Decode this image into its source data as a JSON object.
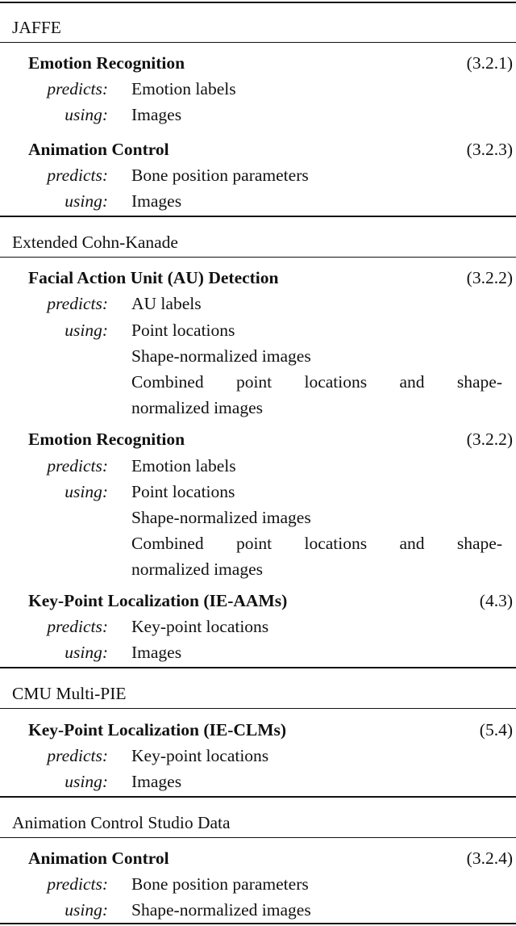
{
  "labels": {
    "predicts": "predicts:",
    "using": "using:"
  },
  "datasets": [
    {
      "name": "JAFFE",
      "tasks": [
        {
          "title": "Emotion Recognition",
          "ref": "(3.2.1)",
          "predicts": "Emotion labels",
          "using": [
            "Images"
          ]
        },
        {
          "title": "Animation Control",
          "ref": "(3.2.3)",
          "predicts": "Bone position parameters",
          "using": [
            "Images"
          ]
        }
      ]
    },
    {
      "name": "Extended Cohn-Kanade",
      "tasks": [
        {
          "title": "Facial Action Unit (AU) Detection",
          "ref": "(3.2.2)",
          "predicts": "AU labels",
          "using": [
            "Point locations",
            "Shape-normalized images",
            "Combined point locations and shape-",
            "normalized images"
          ]
        },
        {
          "title": "Emotion Recognition",
          "ref": "(3.2.2)",
          "predicts": "Emotion labels",
          "using": [
            "Point locations",
            "Shape-normalized images",
            "Combined point locations and shape-",
            "normalized images"
          ]
        },
        {
          "title": "Key-Point Localization (IE-AAMs)",
          "ref": "(4.3)",
          "predicts": "Key-point locations",
          "using": [
            "Images"
          ]
        }
      ]
    },
    {
      "name": "CMU Multi-PIE",
      "tasks": [
        {
          "title": "Key-Point Localization (IE-CLMs)",
          "ref": "(5.4)",
          "predicts": "Key-point locations",
          "using": [
            "Images"
          ]
        }
      ]
    },
    {
      "name": "Animation Control Studio Data",
      "tasks": [
        {
          "title": "Animation Control",
          "ref": "(3.2.4)",
          "predicts": "Bone position parameters",
          "using": [
            "Shape-normalized images"
          ]
        }
      ]
    }
  ]
}
